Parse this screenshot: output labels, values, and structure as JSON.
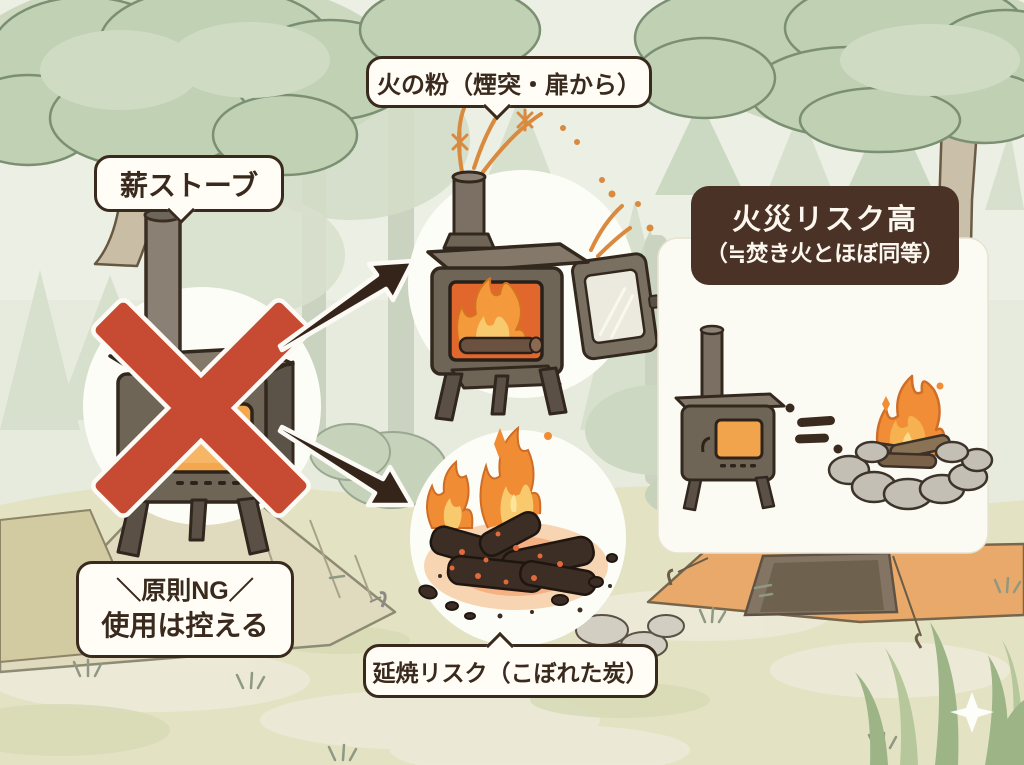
{
  "labels": {
    "sparks_bubble": "火の粉（煙突・扉から）",
    "stove_bubble": "薪ストーブ",
    "ember_bubble": "延焼リスク（こぼれた炭）",
    "ng_line1": "＼原則NG／",
    "ng_line2": "使用は控える",
    "badge_line1": "火災リスク高",
    "badge_line2": "（≒焚き火とほぼ同等）"
  },
  "symbols": {
    "approx_equal": "≒"
  },
  "icons": [
    "wood-stove-icon",
    "prohibition-x-icon",
    "stove-with-sparks-icon",
    "spilled-embers-icon",
    "campfire-ring-icon",
    "arrow-up-right-icon",
    "arrow-down-right-icon",
    "tent-icon",
    "forest-trees-icon",
    "sparkle-icon"
  ],
  "colors": {
    "prohibition_red": "#c74a33",
    "text_brown": "#3a2a1d",
    "badge_brown": "#4a3226",
    "bubble_bg": "#fffdf6",
    "panel_bg": "#fcfbf3",
    "flame_orange": "#f08d36",
    "flame_inner": "#f8c96d",
    "stove_window_orange": "#f2a44d",
    "stove_body": "#6f6557",
    "foliage_green": "#c0d1b4",
    "ground_beige": "#e3e3c4",
    "tent_orange": "#e9a96a",
    "tent_cream": "#e0dbbe"
  }
}
